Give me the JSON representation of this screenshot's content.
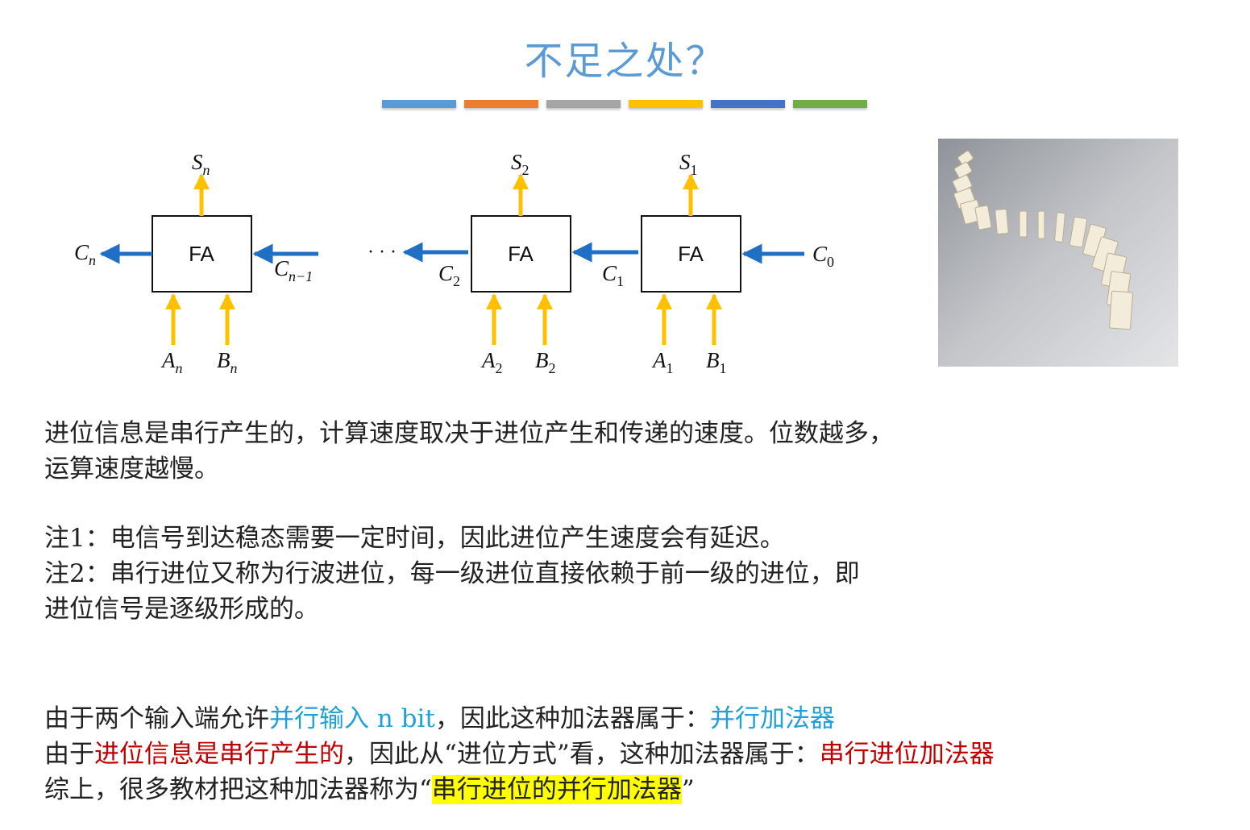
{
  "title": "不足之处？",
  "color_bars": [
    "#5b9bd5",
    "#ed7d31",
    "#a5a5a5",
    "#ffc000",
    "#4472c4",
    "#70ad47"
  ],
  "diagram": {
    "block_label": "FA",
    "ellipsis": "· · ·",
    "carry_arrow_color": "#1f6fc4",
    "io_arrow_color": "#ffc000",
    "labels": {
      "S": "S",
      "C": "C",
      "A": "A",
      "B": "B",
      "n": "n",
      "n_minus_1": "n−1",
      "one": "1",
      "two": "2",
      "zero": "0"
    }
  },
  "image": {
    "icon": "domino-chain-photo"
  },
  "text1": {
    "line1": "进位信息是串行产生的，计算速度取决于进位产生和传递的速度。位数越多，",
    "line2": "运算速度越慢。"
  },
  "notes": {
    "note1": "注1：电信号到达稳态需要一定时间，因此进位产生速度会有延迟。",
    "note2_line1": "注2：串行进位又称为行波进位，每一级进位直接依赖于前一级的进位，即",
    "note2_line2": "进位信号是逐级形成的。"
  },
  "conclusion": {
    "l1_a": "由于两个输入端允许",
    "l1_b": "并行输入 n bit",
    "l1_c": "，因此这种加法器属于：",
    "l1_d": "并行加法器",
    "l2_a": "由于",
    "l2_b": "进位信息是串行产生的",
    "l2_c": "，因此从“进位方式”看，这种加法器属于：",
    "l2_d": "串行进位加法器",
    "l3_a": "综上，很多教材把这种加法器称为“",
    "l3_b": "串行进位的并行加法器",
    "l3_c": "”"
  }
}
